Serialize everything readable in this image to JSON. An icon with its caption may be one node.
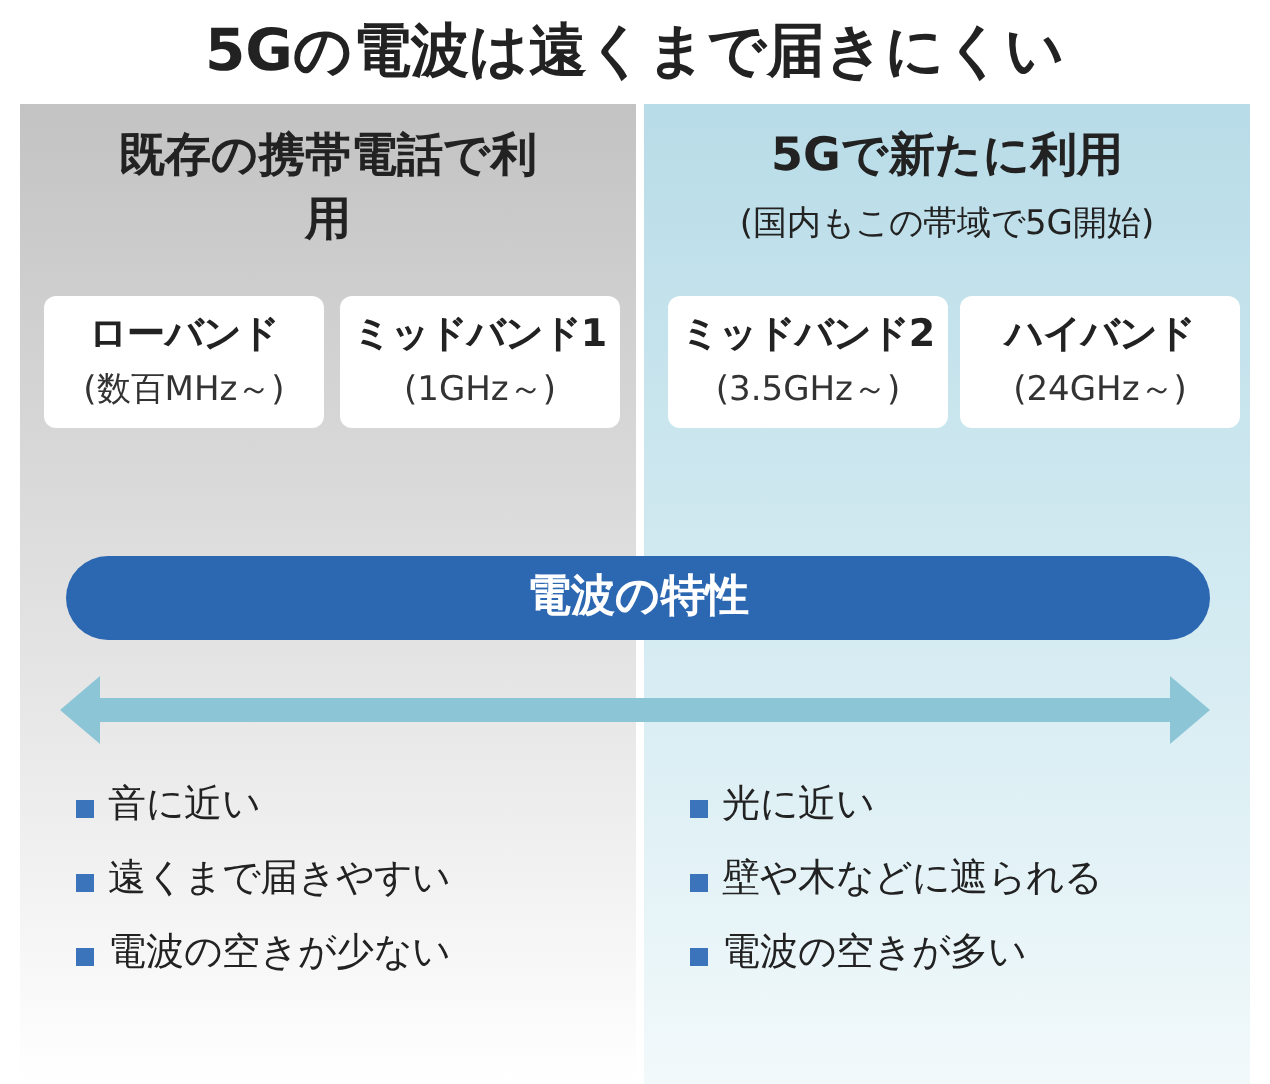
{
  "diagram": {
    "title": "5Gの電波は遠くまで届きにくい",
    "nodes": [
      {
        "text": [
          "既存の携帯電話で利用"
        ]
      },
      {
        "text": [
          "5Gで新たに利用",
          "(国内もこの帯域で5G開始)"
        ]
      },
      {
        "text": [
          "ローバンド",
          "(数百MHz～)"
        ],
        "in": 0
      },
      {
        "text": [
          "ミッドバンド1",
          "(1GHz～)"
        ],
        "in": 0
      },
      {
        "text": [
          "ミッドバンド2",
          "(3.5GHz～)"
        ],
        "in": 1
      },
      {
        "text": [
          "ハイバンド",
          "(24GHz～)"
        ],
        "in": 1
      },
      {
        "text": [
          "電波の特性"
        ]
      }
    ],
    "edges": [],
    "labels": [
      "音に近い",
      "遠くまで届きやすい",
      "電波の空きが少ない",
      "光に近い",
      "壁や木などに遮られる",
      "電波の空きが多い"
    ]
  }
}
